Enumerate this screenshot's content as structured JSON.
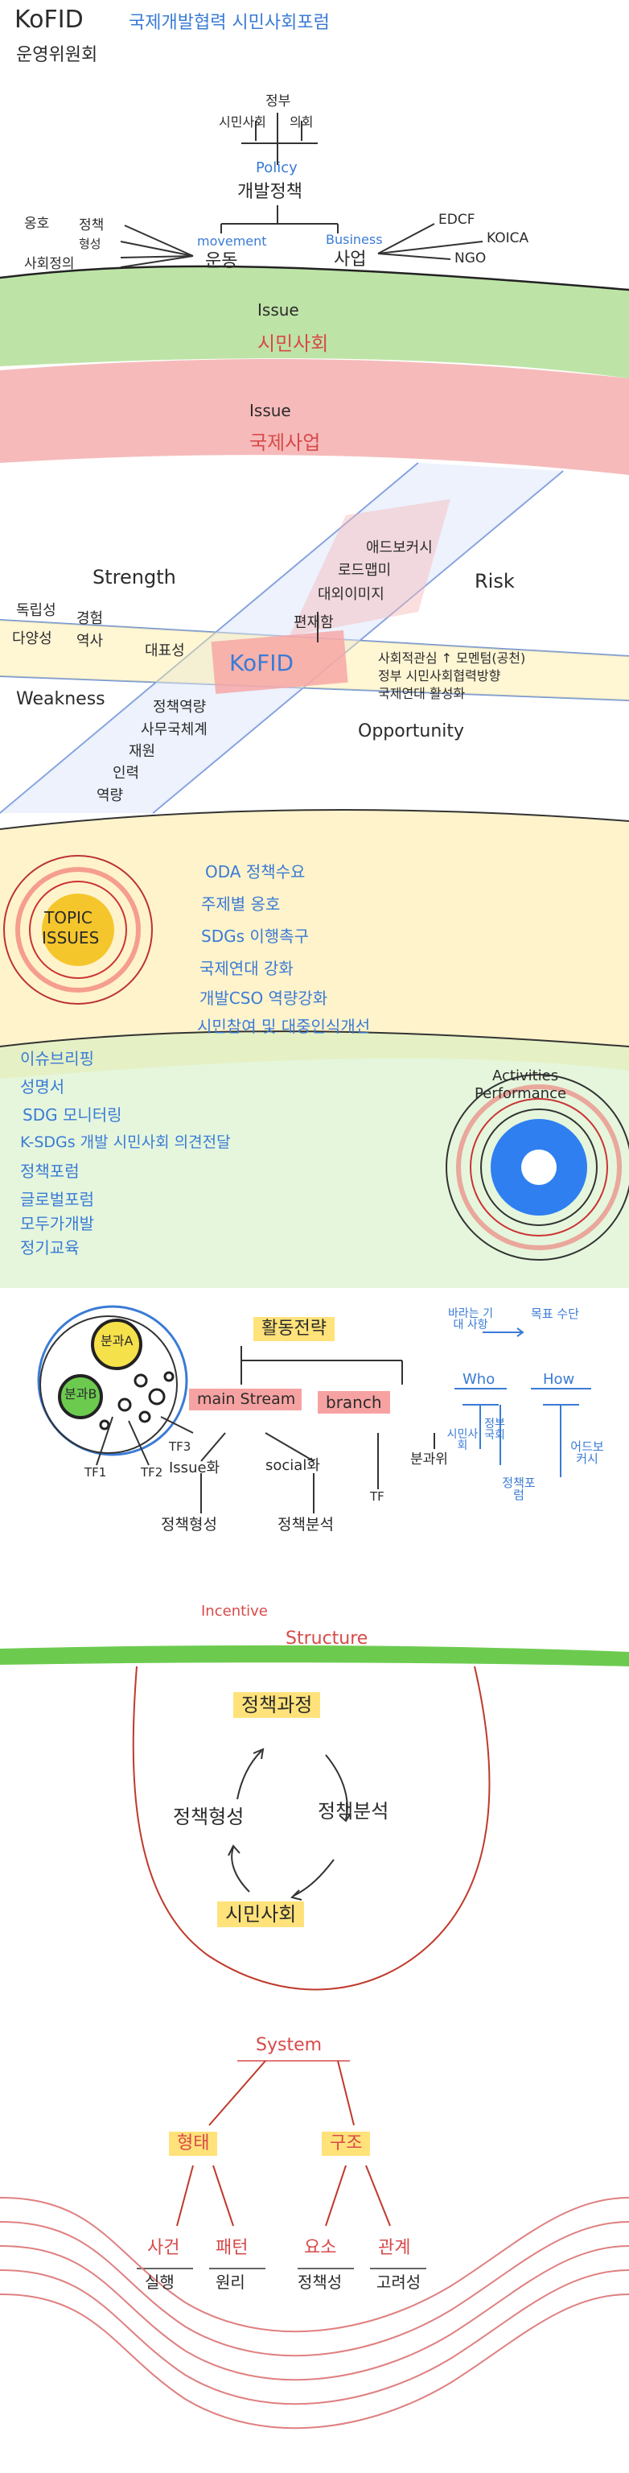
{
  "header": {
    "org_title": "KoFID",
    "org_sub": "운영위원회",
    "tagline": "국제개발협력 시민사회포럼"
  },
  "policy_tree": {
    "top": "정부",
    "left_leaf": "시민사회",
    "right_leaf": "의회",
    "policy_en": "Policy",
    "policy_ko": "개발정책",
    "movement_en": "movement",
    "movement_ko": "운동",
    "business_en": "Business",
    "business_ko": "사업",
    "left_items": [
      "옹호",
      "정책",
      "형성",
      "사회정의"
    ],
    "right_items": [
      "EDCF",
      "KOICA",
      "NGO"
    ]
  },
  "bands": {
    "issue1_en": "Issue",
    "issue1_ko": "시민사회",
    "issue2_en": "Issue",
    "issue2_ko": "국제사업"
  },
  "swot": {
    "strength": "Strength",
    "risk": "Risk",
    "weakness": "Weakness",
    "opportunity": "Opportunity",
    "center": "KoFID",
    "strength_items": [
      "독립성",
      "경험",
      "다양성",
      "역사",
      "대표성"
    ],
    "risk_items": [
      "애드보커시",
      "로드맵미",
      "대외이미지",
      "편재함"
    ],
    "weakness_items": [
      "정책역량",
      "사무국체계",
      "재원",
      "인력",
      "역량"
    ],
    "opportunity_items": [
      "사회적관심 ↑ 모멘텀(공천)",
      "정부 시민사회협력방향",
      "국제연대 활성화"
    ]
  },
  "topic": {
    "label_line1": "TOPIC",
    "label_line2": "ISSUES",
    "items": [
      "ODA 정책수요",
      "주제별 옹호",
      "SDGs 이행촉구",
      "국제연대 강화",
      "개발CSO 역량강화",
      "시민참여 및 대중인식개선"
    ]
  },
  "activities": {
    "label_line1": "Activities",
    "label_line2": "Performance",
    "items": [
      "이슈브리핑",
      "성명서",
      "SDG 모니터링",
      "K-SDGs 개발 시민사회 의견전달",
      "정책포럼",
      "글로벌포럼",
      "모두가개발",
      "정기교육"
    ]
  },
  "strategy": {
    "title": "활동전략",
    "main_stream": "main Stream",
    "branch": "branch",
    "circle_a": "분과A",
    "circle_b": "분과B",
    "tf_labels": [
      "TF1",
      "TF2",
      "TF3",
      "TF"
    ],
    "issue_label": "Issue화",
    "social_label": "social화",
    "policy_form": "정책형성",
    "policy_analysis": "정책분석",
    "branch_sub": "분과위",
    "flow_left_top": "바라는 기대 사항",
    "flow_right_top": "목표 수단",
    "who": "Who",
    "how": "How",
    "who_items": [
      "시민사회",
      "정부 국회"
    ],
    "how_items": [
      "정책포럼",
      "어드보커시"
    ]
  },
  "incentive": {
    "title1": "Incentive",
    "title2": "Structure",
    "top": "정책과정",
    "left": "정책형성",
    "right": "정책분석",
    "bottom": "시민사회"
  },
  "system": {
    "title": "System",
    "left_node": "형태",
    "right_node": "구조",
    "leaves": [
      "사건",
      "패턴",
      "요소",
      "관계"
    ],
    "leaf_subs": [
      "실행",
      "원리",
      "정책성",
      "고려성"
    ]
  },
  "colors": {
    "green_band": "#a8d98a",
    "red_band": "#f3a3a3",
    "blue_line": "#6a8fd6",
    "yellow_wash": "#ffeaa0",
    "highlight_yellow": "#ffe27a",
    "highlight_red": "#f7a2a2",
    "topic_circle": "#f5c62c",
    "activity_circle": "#2f7ff0"
  }
}
